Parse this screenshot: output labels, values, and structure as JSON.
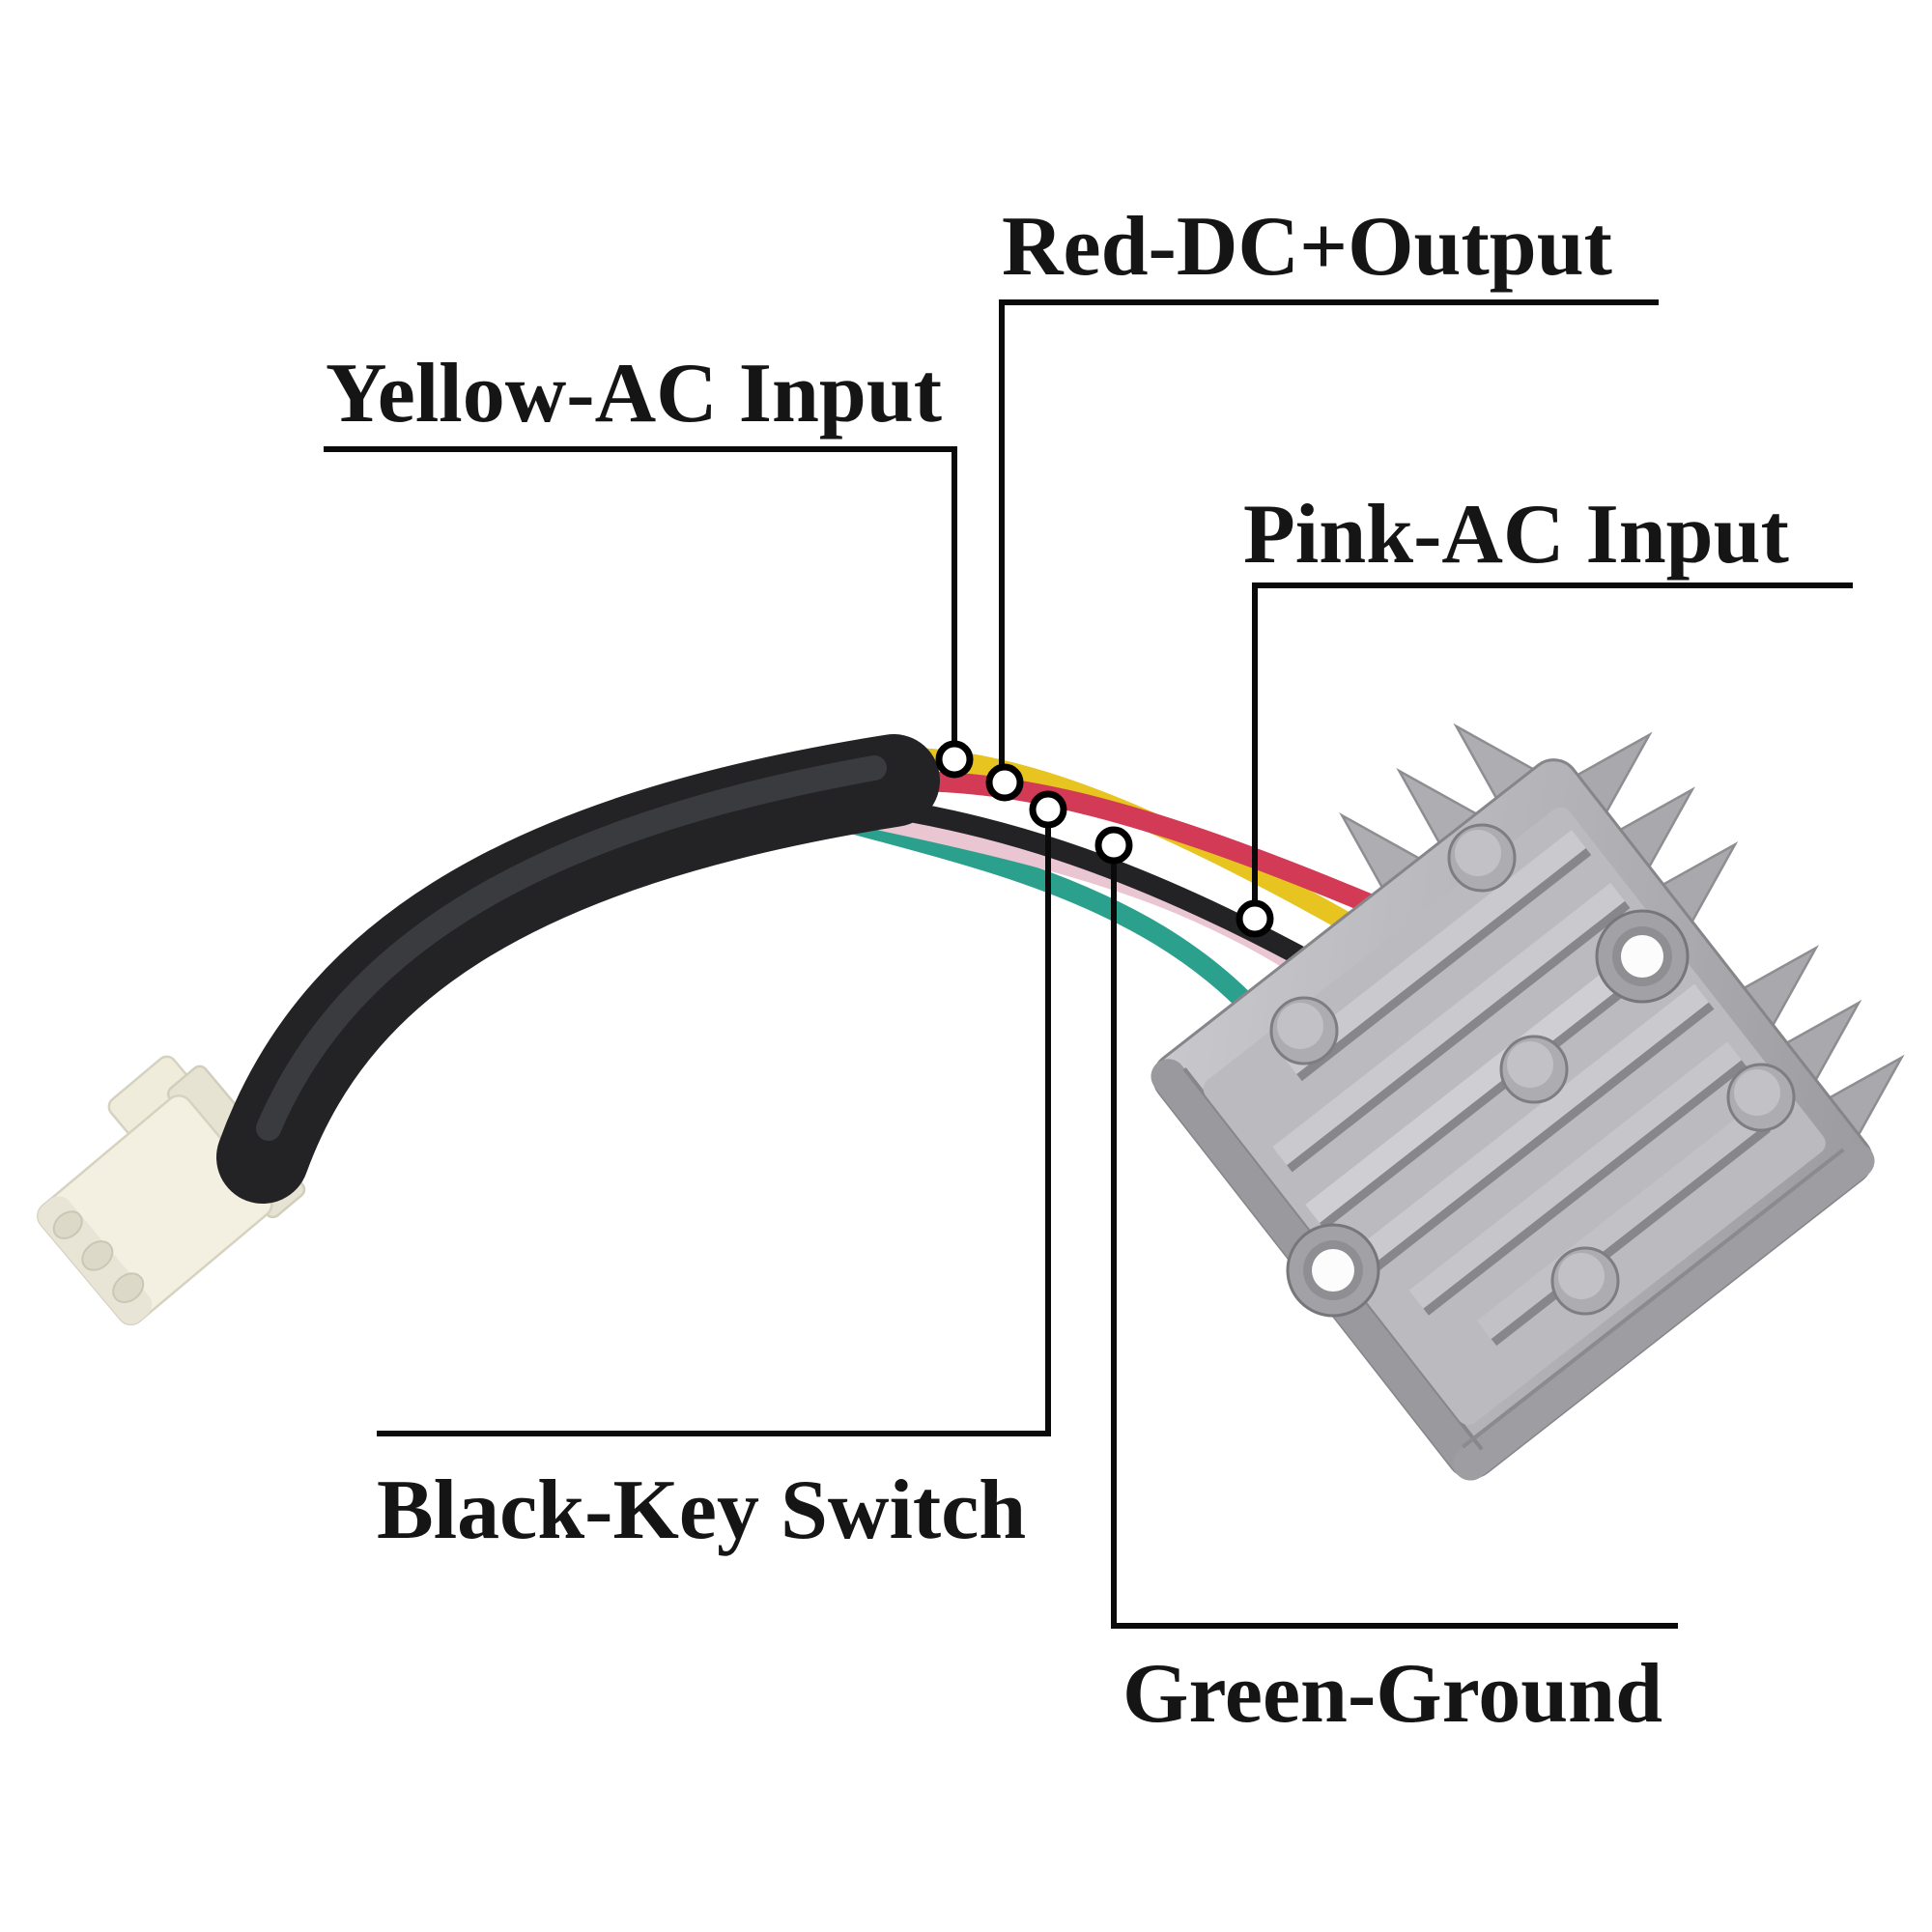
{
  "diagram": {
    "background": "#ffffff",
    "label_text_color": "#151515",
    "leader_line_color": "#0a0a0a",
    "labels": {
      "red": {
        "text": "Red-DC+Output"
      },
      "yellow": {
        "text": "Yellow-AC Input"
      },
      "pink": {
        "text": "Pink-AC Input"
      },
      "black": {
        "text": "Black-Key Switch"
      },
      "green": {
        "text": "Green-Ground"
      }
    },
    "wire_colors": {
      "yellow": "#e7c41f",
      "red": "#d23a55",
      "black": "#232326",
      "pink": "#eac6d2",
      "green": "#2aa08d"
    },
    "device": {
      "regulator_body_color": "#b2b2b6",
      "regulator_rib_color": "#cacace",
      "cable_sleeve_color": "#232326",
      "connector_color": "#f3f0e2"
    }
  }
}
